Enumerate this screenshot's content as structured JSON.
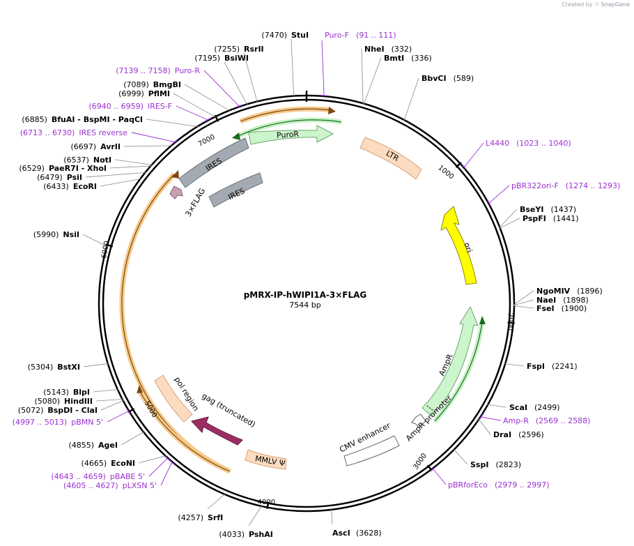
{
  "credit": {
    "prefix": "Created by",
    "brand": "SnapGene"
  },
  "plasmid": {
    "name": "pMRX-IP-hWIPI1A-3×FLAG",
    "length_label": "7544 bp",
    "length": 7544
  },
  "ticks": [
    {
      "pos": 1000,
      "label": "1000"
    },
    {
      "pos": 2000,
      "label": "2000"
    },
    {
      "pos": 3000,
      "label": "3000"
    },
    {
      "pos": 4000,
      "label": "4000"
    },
    {
      "pos": 5000,
      "label": "5000"
    },
    {
      "pos": 6000,
      "label": "6000"
    },
    {
      "pos": 7000,
      "label": "7000"
    }
  ],
  "sites": [
    {
      "id": "stui",
      "pos": 7470,
      "name": "StuI",
      "text": "(7470)"
    },
    {
      "id": "rsrii",
      "pos": 7255,
      "name": "RsrII",
      "text": "(7255)"
    },
    {
      "id": "bsiwi",
      "pos": 7195,
      "name": "BsiWI",
      "text": "(7195)"
    },
    {
      "id": "bmgbi",
      "pos": 7089,
      "name": "BmgBI",
      "text": "(7089)"
    },
    {
      "id": "pflmi",
      "pos": 6999,
      "name": "PflMI",
      "text": "(6999)"
    },
    {
      "id": "bfuai",
      "pos": 6885,
      "name": "BfuAI  - BspMI  - PaqCI",
      "text": "(6885)"
    },
    {
      "id": "avrii",
      "pos": 6697,
      "name": "AvrII",
      "text": "(6697)"
    },
    {
      "id": "noti",
      "pos": 6537,
      "name": "NotI",
      "text": "(6537)"
    },
    {
      "id": "paer7i",
      "pos": 6529,
      "name": "PaeR7I  - XhoI",
      "text": "(6529)"
    },
    {
      "id": "psii",
      "pos": 6479,
      "name": "PsiI",
      "text": "(6479)"
    },
    {
      "id": "ecori",
      "pos": 6433,
      "name": "EcoRI",
      "text": "(6433)"
    },
    {
      "id": "nsii",
      "pos": 5990,
      "name": "NsiI",
      "text": "(5990)"
    },
    {
      "id": "bstxi",
      "pos": 5304,
      "name": "BstXI",
      "text": "(5304)"
    },
    {
      "id": "blpi",
      "pos": 5143,
      "name": "BlpI",
      "text": "(5143)"
    },
    {
      "id": "hindiii",
      "pos": 5080,
      "name": "HindIII",
      "text": "(5080)"
    },
    {
      "id": "bspdi",
      "pos": 5072,
      "name": "BspDI  - ClaI",
      "text": "(5072)"
    },
    {
      "id": "agei",
      "pos": 4855,
      "name": "AgeI",
      "text": "(4855)"
    },
    {
      "id": "econi",
      "pos": 4665,
      "name": "EcoNI",
      "text": "(4665)"
    },
    {
      "id": "srfi",
      "pos": 4257,
      "name": "SrfI",
      "text": "(4257)"
    },
    {
      "id": "pshai",
      "pos": 4033,
      "name": "PshAI",
      "text": "(4033)"
    },
    {
      "id": "asci",
      "pos": 3628,
      "name": "AscI",
      "text": "(3628)"
    },
    {
      "id": "sspi",
      "pos": 2823,
      "name": "SspI",
      "text": "(2823)"
    },
    {
      "id": "drai",
      "pos": 2596,
      "name": "DraI",
      "text": "(2596)"
    },
    {
      "id": "scai",
      "pos": 2499,
      "name": "ScaI",
      "text": "(2499)"
    },
    {
      "id": "fspi",
      "pos": 2241,
      "name": "FspI",
      "text": "(2241)"
    },
    {
      "id": "fsei",
      "pos": 1900,
      "name": "FseI",
      "text": "(1900)"
    },
    {
      "id": "naei",
      "pos": 1898,
      "name": "NaeI",
      "text": "(1898)"
    },
    {
      "id": "ngomiv",
      "pos": 1896,
      "name": "NgoMIV",
      "text": "(1896)"
    },
    {
      "id": "pspfi",
      "pos": 1441,
      "name": "PspFI",
      "text": "(1441)"
    },
    {
      "id": "bseyi",
      "pos": 1437,
      "name": "BseYI",
      "text": "(1437)"
    },
    {
      "id": "bbvci",
      "pos": 589,
      "name": "BbvCI",
      "text": "(589)"
    },
    {
      "id": "bmti",
      "pos": 336,
      "name": "BmtI",
      "text": "(336)"
    },
    {
      "id": "nhei",
      "pos": 332,
      "name": "NheI",
      "text": "(332)"
    }
  ],
  "primers": [
    {
      "id": "puro-f",
      "pos": 101,
      "name": "Puro-F",
      "text": "(91 .. 111)"
    },
    {
      "id": "puro-r",
      "pos": 7148,
      "name": "Puro-R",
      "text": "(7139 .. 7158)"
    },
    {
      "id": "ires-f",
      "pos": 6950,
      "name": "IRES-F",
      "text": "(6940 .. 6959)"
    },
    {
      "id": "ires-reverse",
      "pos": 6721,
      "name": "IRES reverse",
      "text": "(6713 .. 6730)"
    },
    {
      "id": "l4440",
      "pos": 1031,
      "name": "L4440",
      "text": "(1023 .. 1040)"
    },
    {
      "id": "pbr322ori-f",
      "pos": 1283,
      "name": "pBR322ori-F",
      "text": "(1274 .. 1293)"
    },
    {
      "id": "amp-r",
      "pos": 2578,
      "name": "Amp-R",
      "text": "(2569 .. 2588)"
    },
    {
      "id": "pbrforeco",
      "pos": 2988,
      "name": "pBRforEco",
      "text": "(2979 .. 2997)"
    },
    {
      "id": "pbmn5",
      "pos": 5005,
      "name": "pBMN 5'",
      "text": "(4997 .. 5013)"
    },
    {
      "id": "pbabe5",
      "pos": 4651,
      "name": "pBABE 5'",
      "text": "(4643 .. 4659)"
    },
    {
      "id": "plxsn5",
      "pos": 4616,
      "name": "pLXSN 5'",
      "text": "(4605 .. 4627)"
    }
  ],
  "features": [
    {
      "id": "ltr",
      "label": "LTR",
      "start": 560,
      "end": 1150,
      "fill": "#fbdcc0",
      "stroke": "#d9a27a"
    },
    {
      "id": "ori",
      "label": "ori",
      "start": 1350,
      "end": 1950,
      "fill": "#ffff00",
      "stroke": "#8a8a00"
    },
    {
      "id": "ampr",
      "label": "AmpR",
      "start": 2100,
      "end": 2800,
      "fill": "#ccf5cc",
      "stroke": "#6aa86a"
    },
    {
      "id": "ampr-promoter",
      "label": "AmpR promoter",
      "start": 2800,
      "end": 2905,
      "fill": "#ffffff",
      "stroke": "#555555"
    },
    {
      "id": "cmv-enhancer",
      "label": "CMV enhancer",
      "start": 3050,
      "end": 3430,
      "fill": "#ffffff",
      "stroke": "#666666"
    },
    {
      "id": "mmlv-psi",
      "label": "MMLV Ψ",
      "start": 3850,
      "end": 4200,
      "fill": "#fbdcc0",
      "stroke": "#d9a27a"
    },
    {
      "id": "gag",
      "label": "gag (truncated)",
      "start": 4200,
      "end": 4800,
      "fill": "#9b2f63",
      "stroke": "#5e1438"
    },
    {
      "id": "pol-region",
      "label": "pol region",
      "start": 4850,
      "end": 5200,
      "fill": "#fbdcc0",
      "stroke": "#d9a27a"
    },
    {
      "id": "flag3",
      "label": "3×FLAG",
      "start": 6455,
      "end": 6520,
      "fill": "#c7a0b4",
      "stroke": "#8c5a74"
    },
    {
      "id": "ires-inner",
      "label": "IRES",
      "start": 6600,
      "end": 7160,
      "fill": "#a3aab2",
      "stroke": "#6d747c"
    },
    {
      "id": "ires-outer",
      "label": "IRES",
      "start": 6560,
      "end": 7100,
      "fill": "#a3aab2",
      "stroke": "#6d747c"
    },
    {
      "id": "puror",
      "label": "PuroR",
      "start": 7300,
      "end": 40,
      "fill": "#ccf5cc",
      "stroke": "#6aa86a"
    }
  ]
}
